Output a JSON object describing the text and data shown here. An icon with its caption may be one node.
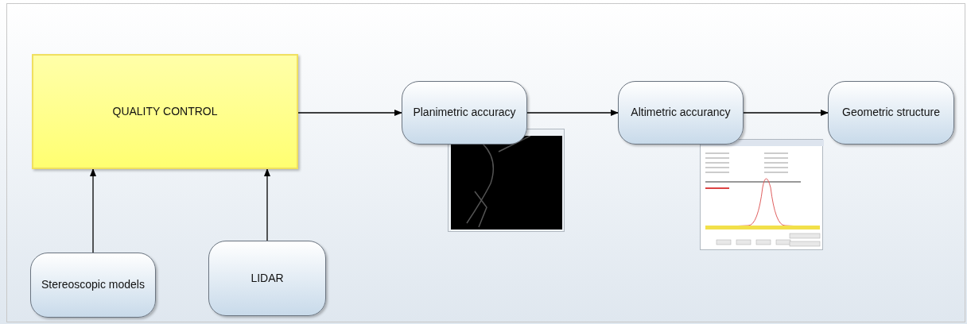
{
  "diagram": {
    "nodes": [
      {
        "text": [
          "QUALITY CONTROL"
        ]
      },
      {
        "text": [
          "Stereoscopic models"
        ]
      },
      {
        "text": [
          "LIDAR"
        ]
      },
      {
        "text": [
          "Planimetric accuracy"
        ]
      },
      {
        "text": [
          "Altimetric accurancy"
        ]
      },
      {
        "text": [
          "Geometric structure"
        ]
      }
    ],
    "edges": [
      {
        "from": 1,
        "to": 0,
        "arrow": "to"
      },
      {
        "from": 2,
        "to": 0,
        "arrow": "to"
      },
      {
        "from": 0,
        "to": 3,
        "arrow": "to"
      },
      {
        "from": 3,
        "to": 4,
        "arrow": "to"
      },
      {
        "from": 4,
        "to": 5,
        "arrow": "to"
      }
    ]
  }
}
